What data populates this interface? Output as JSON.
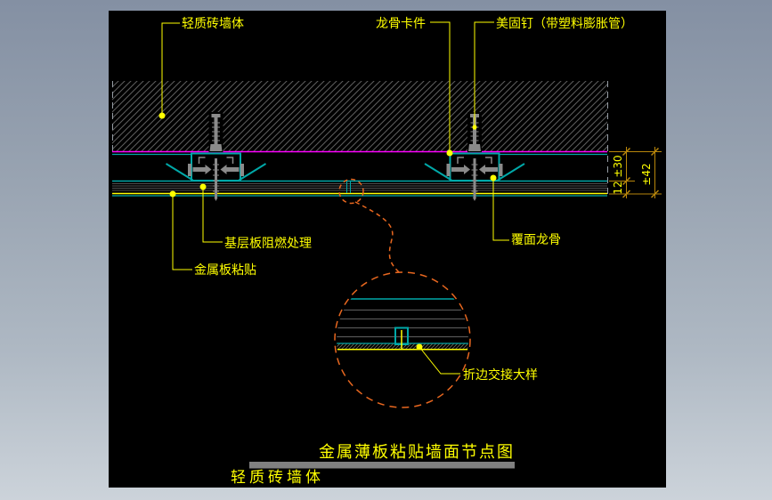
{
  "drawing": {
    "callouts": {
      "wall_top": "轻质砖墙体",
      "keel_clip": "龙骨卡件",
      "fixing_nail": "美固钉（带塑料膨胀管）",
      "base_board": "基层板阻燃处理",
      "metal_panel": "金属板粘贴",
      "covering_keel": "覆面龙骨",
      "fold_detail": "折边交接大样"
    },
    "dimensions": {
      "upper": "±30",
      "lower": "12",
      "overall": "±42"
    },
    "title": "金属薄板粘贴墙面节点图",
    "bottom_label": "轻质砖墙体"
  },
  "colors": {
    "canvas_black": "#000000",
    "label_yellow": "#ffff00",
    "line_magenta": "#ff00ff",
    "line_cyan": "#00a8a8",
    "dim_olive": "#b8860b",
    "detail_orange": "#e8671f",
    "hatch_gray": "#5e5e5e",
    "panel_gray": "#4f4f4f",
    "hardware_gray": "#8a8a8a",
    "underline_gray": "#808080",
    "bg_top": "#8490a3",
    "bg_bottom": "#ccd3da"
  }
}
